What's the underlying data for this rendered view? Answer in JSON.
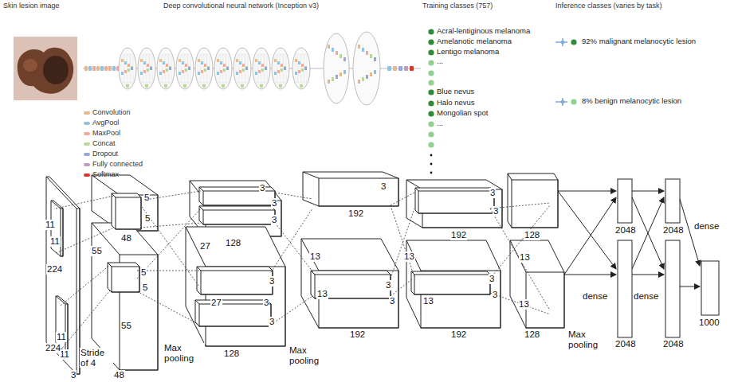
{
  "diagram": {
    "labels": [
      "Skin lesion image",
      "Deep convolutional neural network (Inception v3)",
      "Training classes (757)",
      "Inference classes (varies by task)",
      "Acral-lentiginous melanoma",
      "Amelanotic melanoma",
      "Lentigo melanoma",
      "...",
      "Blue nevus",
      "Halo nevus",
      "Mongolian spot",
      "...",
      "92% malignant melanocytic lesion",
      "8% benign melanocytic lesion",
      "11",
      "11",
      "224",
      "11",
      "11",
      "224",
      "Stride of 4",
      "3",
      "5",
      "5",
      "48",
      "55",
      "5",
      "5",
      "55",
      "48",
      "Max pooling",
      "3",
      "3",
      "3",
      "27",
      "128",
      "3",
      "27",
      "3",
      "3",
      "128",
      "Max pooling",
      "3",
      "192",
      "13",
      "13",
      "3",
      "3",
      "192",
      "3",
      "3",
      "192",
      "13",
      "13",
      "3",
      "3",
      "192",
      "128",
      "13",
      "13",
      "128",
      "Max pooling",
      "2048",
      "2048",
      "dense",
      "dense",
      "dense",
      "2048",
      "2048",
      "1000"
    ],
    "legend": [
      {
        "text": "Convolution",
        "color": "#e6b98a"
      },
      {
        "text": "AvgPool",
        "color": "#8fc1e3"
      },
      {
        "text": "MaxPool",
        "color": "#f2a89c"
      },
      {
        "text": "Concat",
        "color": "#b9d99a"
      },
      {
        "text": "Dropout",
        "color": "#9aa6d8"
      },
      {
        "text": "Fully connected",
        "color": "#c09ac6"
      },
      {
        "text": "Softmax",
        "color": "#d43a2a"
      }
    ]
  }
}
